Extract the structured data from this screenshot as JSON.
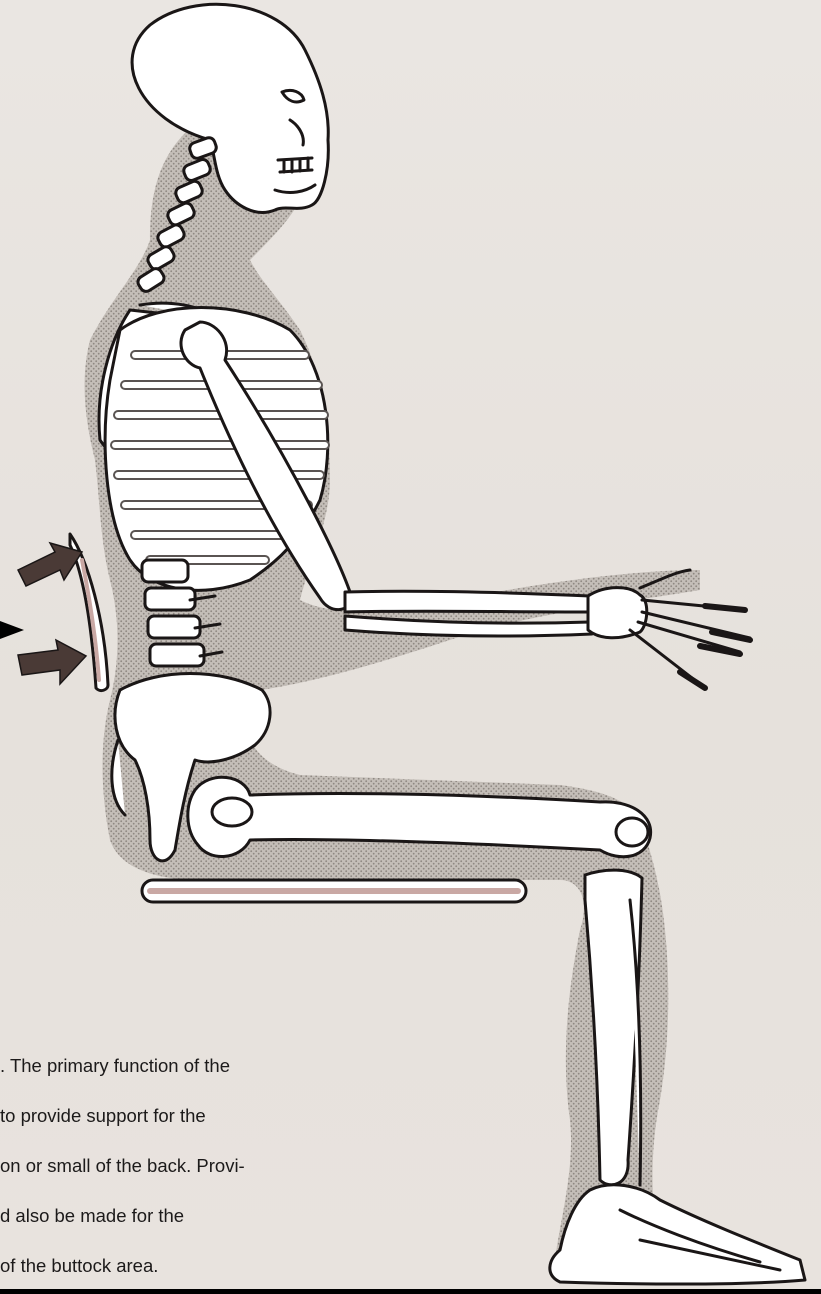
{
  "caption": {
    "lines": [
      ". The primary function of the",
      "to provide support for the",
      "on or small of the back. Provi-",
      "d also be made for the",
      "of the buttock area."
    ]
  },
  "colors": {
    "paper": "#e9e4e0",
    "ink": "#1a1616",
    "body_shadow": "#b9b3ad",
    "arrow": "#4a3a36",
    "pointer": "#000000"
  }
}
